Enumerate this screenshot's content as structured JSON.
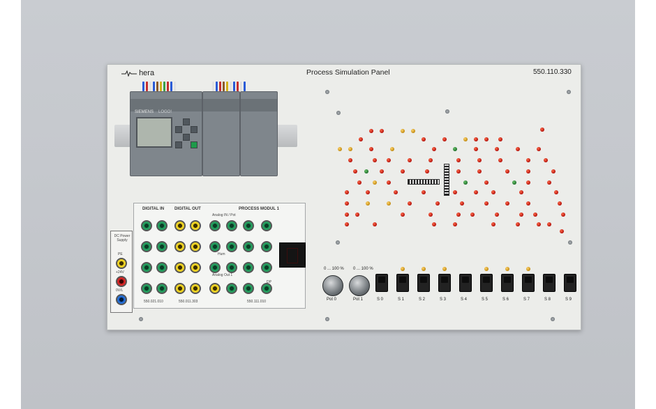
{
  "panel": {
    "brand": "hera",
    "title": "Process Simulation Panel",
    "part_number": "550.110.330"
  },
  "plc": {
    "make": "SIEMENS",
    "model": "LOGO!"
  },
  "module": {
    "digital_in": "DIGITAL IN",
    "digital_out": "DIGITAL OUT",
    "process": "PROCESS MODUL 1",
    "pn_in": "550.021.010",
    "pn_out": "550.011.303",
    "pn_process": "550.111.010",
    "sub_analog_in": "Analog IN / Pot",
    "sub_analog_out": "Analog Out 1",
    "sub_hum": "Hum",
    "dp": "DP"
  },
  "psu": {
    "title": "DC Power Supply",
    "pe": "PE",
    "plus24": "+24V",
    "zero": "0V/L"
  },
  "controls": {
    "pot0_range": "0 ... 100 %",
    "pot1_range": "0 ... 100 %",
    "pot0": "Pot 0",
    "pot1": "Pot 1",
    "switches": [
      "S 0",
      "S 1",
      "S 2",
      "S 3",
      "S 4",
      "S 5",
      "S 6",
      "S 7",
      "S 8",
      "S 9"
    ]
  }
}
